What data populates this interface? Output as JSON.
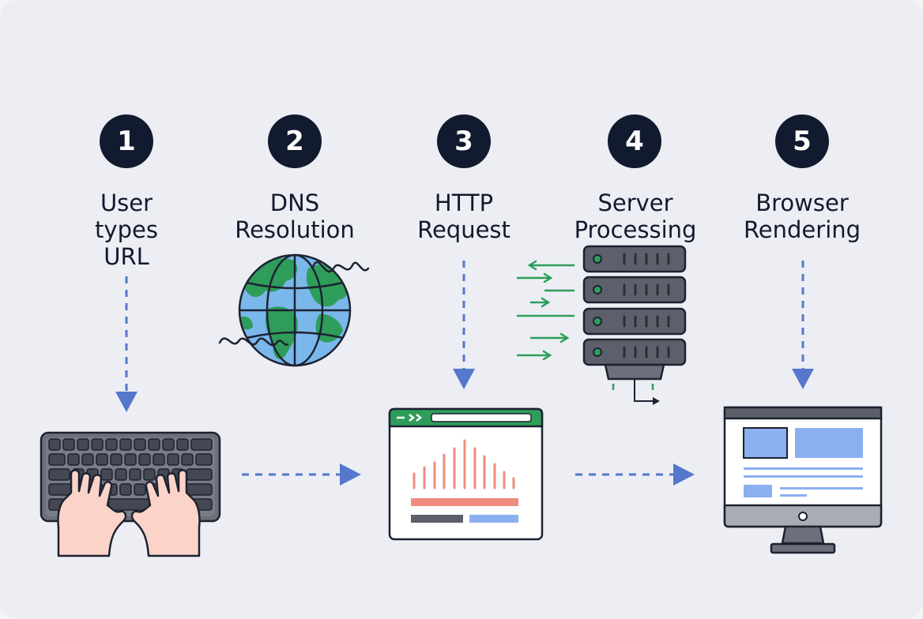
{
  "steps": [
    {
      "number": "1",
      "line1": "User",
      "line2": "types",
      "line3": "URL"
    },
    {
      "number": "2",
      "line1": "DNS",
      "line2": "Resolution"
    },
    {
      "number": "3",
      "line1": "HTTP",
      "line2": "Request"
    },
    {
      "number": "4",
      "line1": "Server",
      "line2": "Processing"
    },
    {
      "number": "5",
      "line1": "Browser",
      "line2": "Rendering"
    }
  ],
  "colors": {
    "background": "#eceef4",
    "badge": "#111a2e",
    "arrow": "#5577cc",
    "green": "#2e9d5a",
    "server": "#5d5f6b",
    "accent_red": "#f08c7e",
    "accent_blue": "#8ab0f0"
  },
  "icons": [
    "keyboard-with-hands-icon",
    "globe-icon",
    "browser-window-icon",
    "server-rack-icon",
    "monitor-icon"
  ]
}
